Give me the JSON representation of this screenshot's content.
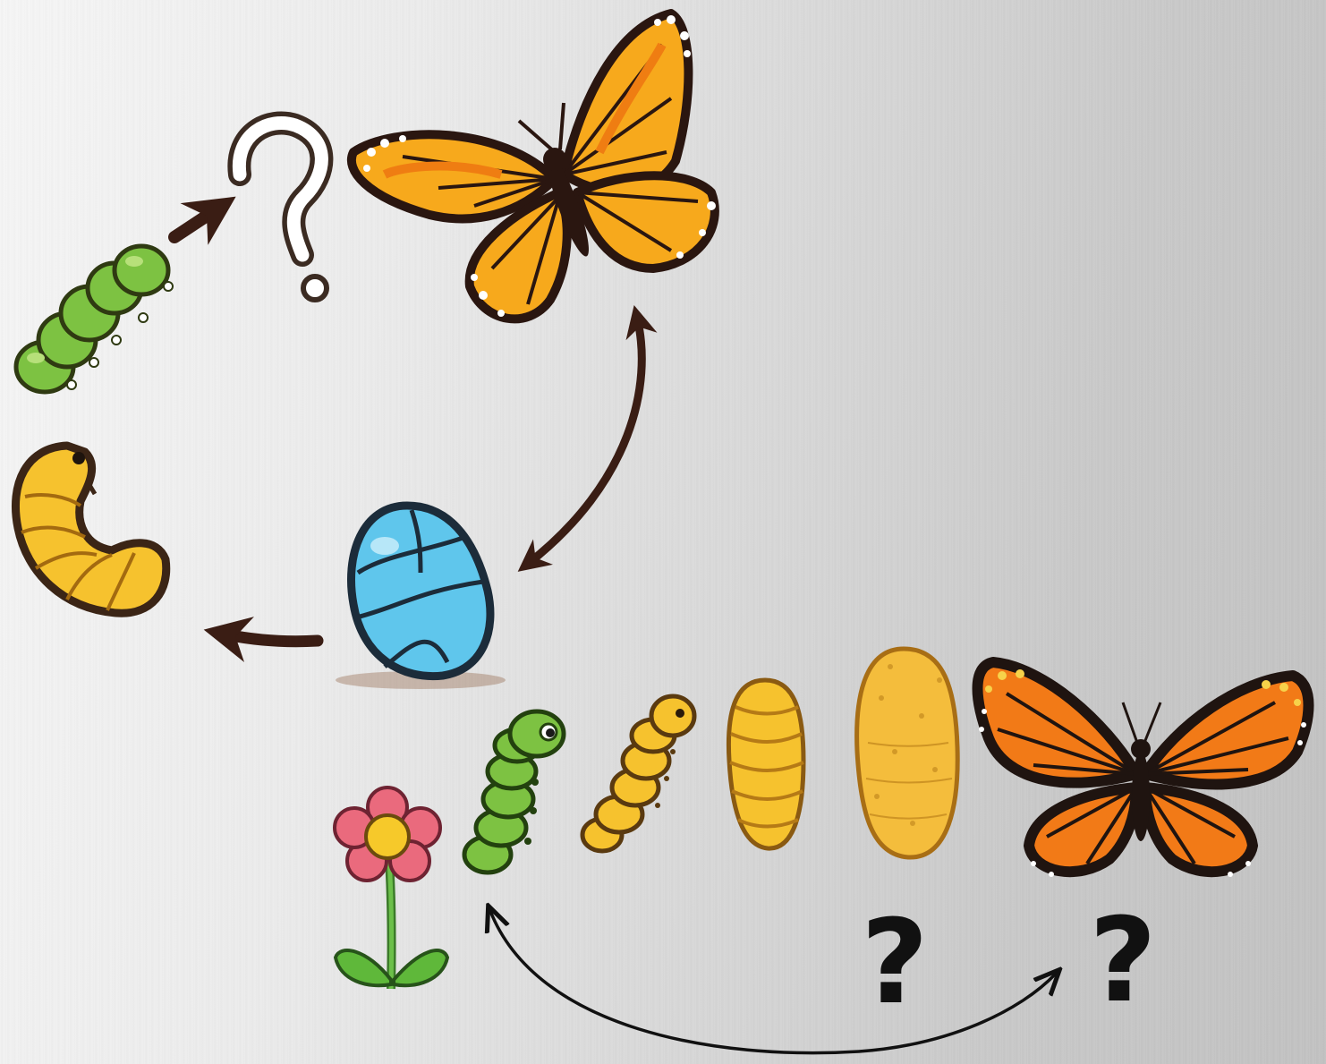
{
  "diagram": {
    "top_cycle": {
      "stages": [
        "butterfly",
        "egg",
        "grub-larva",
        "green-caterpillar",
        "unknown-stage"
      ],
      "unknown_mark": "?"
    },
    "bottom_sequence": {
      "stages": [
        "flower",
        "green-caterpillar",
        "yellow-larva",
        "pupa",
        "chrysalis",
        "monarch-butterfly"
      ],
      "unknown_marks": [
        "?",
        "?"
      ]
    }
  },
  "colors": {
    "arrow": "#3a1d14",
    "egg": "#5fc6ec",
    "caterpillar_green": "#7dc242",
    "larva_yellow": "#f6c22e",
    "butterfly_top": "#f7a91c",
    "butterfly_bottom": "#f27a17",
    "flower_petal": "#ea6a7d"
  }
}
